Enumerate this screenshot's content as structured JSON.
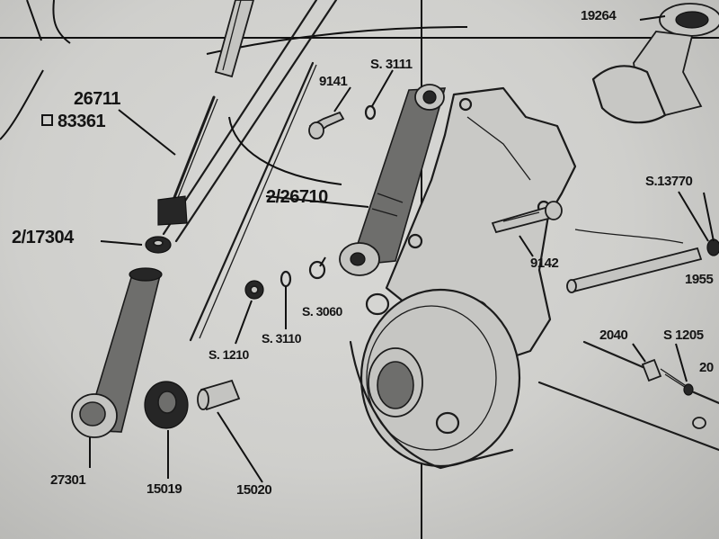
{
  "labels": {
    "p19264": "19264",
    "s3111": "S. 3111",
    "p9141": "9141",
    "p26711": "26711",
    "p83361": "83361",
    "s13770": "S.13770",
    "p2_26710": "2/26710",
    "p2_17304": "2/17304",
    "p9142": "9142",
    "p1955": "1955",
    "s3060": "S. 3060",
    "s3110": "S. 3110",
    "s1210": "S. 1210",
    "p2040": "2040",
    "s1205": "S  1205",
    "p20": "20",
    "p27301": "27301",
    "p15019": "15019",
    "p15020": "15020"
  },
  "colors": {
    "paper": "#d4d4d1",
    "ink": "#1b1b1b"
  }
}
